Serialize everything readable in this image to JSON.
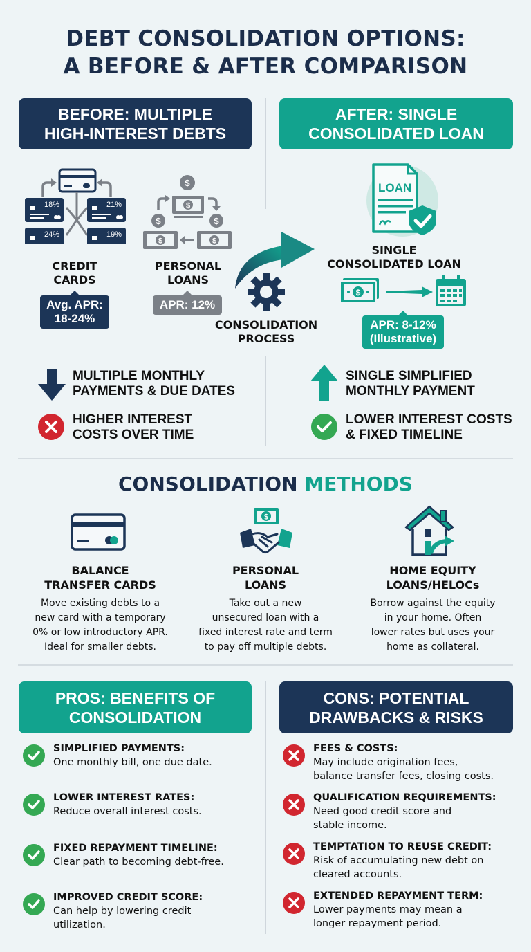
{
  "title": {
    "line1": "DEBT CONSOLIDATION OPTIONS:",
    "line2": "A BEFORE & AFTER COMPARISON"
  },
  "colors": {
    "navy": "#1c3557",
    "teal": "#12a38e",
    "gray": "#7b8087",
    "red": "#d1262f",
    "green": "#34a853",
    "background": "#eef4f6"
  },
  "before": {
    "header_line1": "BEFORE: MULTIPLE",
    "header_line2": "HIGH-INTEREST DEBTS",
    "credit_cards": {
      "label_line1": "CREDIT",
      "label_line2": "CARDS",
      "rates": [
        "18%",
        "21%",
        "24%",
        "19%"
      ],
      "badge_line1": "Avg. APR:",
      "badge_line2": "18-24%"
    },
    "personal_loans": {
      "label_line1": "PERSONAL",
      "label_line2": "LOANS",
      "badge": "APR: 12%"
    },
    "points": [
      {
        "icon": "arrow-down-icon",
        "line1": "MULTIPLE MONTHLY",
        "line2": "PAYMENTS & DUE DATES"
      },
      {
        "icon": "x-circle-icon",
        "line1": "HIGHER INTEREST",
        "line2": "COSTS OVER TIME"
      }
    ]
  },
  "process": {
    "label_line1": "CONSOLIDATION",
    "label_line2": "PROCESS"
  },
  "after": {
    "header_line1": "AFTER: SINGLE",
    "header_line2": "CONSOLIDATED LOAN",
    "doc_label": "LOAN",
    "label_line1": "SINGLE",
    "label_line2": "CONSOLIDATED LOAN",
    "badge_line1": "APR: 8-12%",
    "badge_line2": "(Illustrative)",
    "points": [
      {
        "icon": "arrow-up-icon",
        "line1": "SINGLE SIMPLIFIED",
        "line2": "MONTHLY PAYMENT"
      },
      {
        "icon": "check-circle-icon",
        "line1": "LOWER INTEREST COSTS",
        "line2": "& FIXED TIMELINE"
      }
    ]
  },
  "methods": {
    "title_main": "CONSOLIDATION ",
    "title_accent": "METHODS",
    "items": [
      {
        "icon": "credit-card-icon",
        "head_line1": "BALANCE",
        "head_line2": "TRANSFER CARDS",
        "desc": [
          "Move existing debts to a",
          "new card with a temporary",
          "0% or low introductory APR.",
          "Ideal for smaller debts."
        ]
      },
      {
        "icon": "handshake-icon",
        "head_line1": "PERSONAL",
        "head_line2": "LOANS",
        "desc": [
          "Take out a new",
          "unsecured loan with a",
          "fixed interest rate and term",
          "to pay off multiple debts."
        ]
      },
      {
        "icon": "home-icon",
        "head_line1": "HOME EQUITY",
        "head_line2": "LOANS/HELOCs",
        "desc": [
          "Borrow against the equity",
          "in your home. Often",
          "lower rates but uses your",
          "home as collateral."
        ]
      }
    ]
  },
  "pros": {
    "header_line1": "PROS: BENEFITS OF",
    "header_line2": "CONSOLIDATION",
    "items": [
      {
        "head": "SIMPLIFIED PAYMENTS:",
        "desc": [
          "One monthly bill, one due date."
        ]
      },
      {
        "head": "LOWER INTEREST RATES:",
        "desc": [
          "Reduce overall interest costs."
        ]
      },
      {
        "head": "FIXED REPAYMENT TIMELINE:",
        "desc": [
          "Clear path to becoming debt-free."
        ]
      },
      {
        "head": "IMPROVED CREDIT SCORE:",
        "desc": [
          "Can help by lowering credit",
          "utilization."
        ]
      }
    ]
  },
  "cons": {
    "header_line1": "CONS: POTENTIAL",
    "header_line2": "DRAWBACKS & RISKS",
    "items": [
      {
        "head": "FEES & COSTS:",
        "desc": [
          "May include origination fees,",
          "balance transfer fees, closing costs."
        ]
      },
      {
        "head": "QUALIFICATION REQUIREMENTS:",
        "desc": [
          "Need good credit score and",
          "stable income."
        ]
      },
      {
        "head": "TEMPTATION TO REUSE CREDIT:",
        "desc": [
          "Risk of accumulating new debt on",
          "cleared accounts."
        ]
      },
      {
        "head": "EXTENDED REPAYMENT TERM:",
        "desc": [
          "Lower payments may mean a",
          "longer repayment period."
        ]
      }
    ]
  }
}
